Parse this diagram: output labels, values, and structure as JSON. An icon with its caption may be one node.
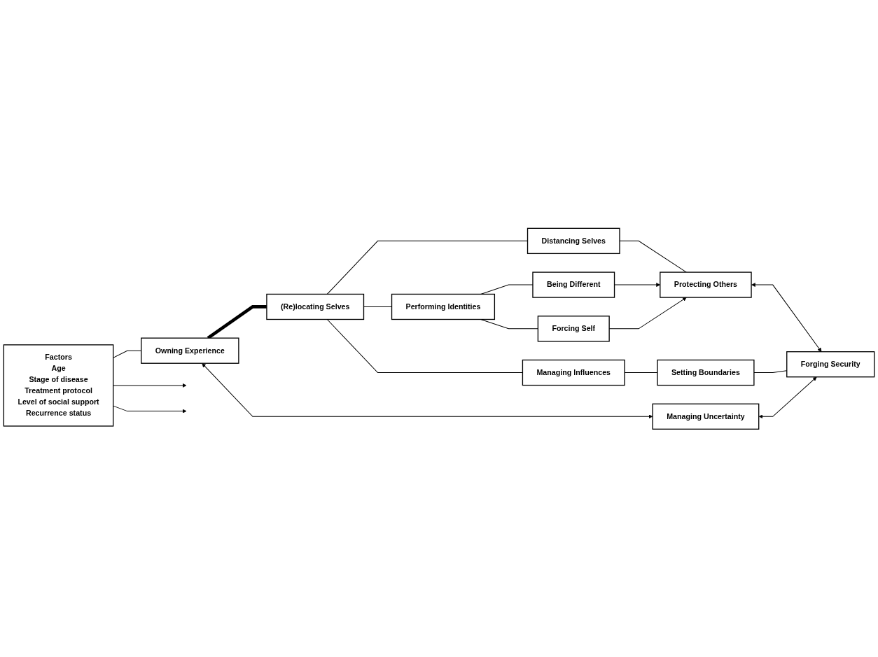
{
  "diagram": {
    "nodes": [
      {
        "text": [
          "Factors",
          "Age",
          "Stage of disease",
          "Treatment protocol",
          "Level of social support",
          "Recurrence status"
        ]
      },
      {
        "text": [
          "Owning Experience"
        ]
      },
      {
        "text": [
          "(Re)locating Selves"
        ]
      },
      {
        "text": [
          "Distancing Selves"
        ]
      },
      {
        "text": [
          "Performing Identities"
        ]
      },
      {
        "text": [
          "Being Different"
        ]
      },
      {
        "text": [
          "Forcing Self"
        ]
      },
      {
        "text": [
          "Protecting Others"
        ]
      },
      {
        "text": [
          "Forging Security"
        ]
      },
      {
        "text": [
          "Managing Influences"
        ]
      },
      {
        "text": [
          "Setting Boundaries"
        ]
      },
      {
        "text": [
          "Managing Uncertainty"
        ]
      }
    ],
    "edges": [
      {
        "from": 0,
        "to": 1,
        "arrow": "none"
      },
      {
        "from": 1,
        "to": 2,
        "arrow": "none",
        "style": "thick"
      },
      {
        "from": 0,
        "to": null,
        "arrow": "to"
      },
      {
        "from": 0,
        "to": null,
        "arrow": "to"
      },
      {
        "from": 2,
        "to": 9,
        "arrow": "none"
      },
      {
        "from": 2,
        "to": 3,
        "arrow": "none"
      },
      {
        "from": 2,
        "to": 4,
        "arrow": "none"
      },
      {
        "from": 3,
        "to": 7,
        "arrow": "none"
      },
      {
        "from": 4,
        "to": 5,
        "arrow": "none"
      },
      {
        "from": 4,
        "to": 6,
        "arrow": "none"
      },
      {
        "from": 5,
        "to": 7,
        "arrow": "to"
      },
      {
        "from": 6,
        "to": 7,
        "arrow": "to"
      },
      {
        "from": 7,
        "to": 8,
        "arrow": "both"
      },
      {
        "from": 9,
        "to": 10,
        "arrow": "none"
      },
      {
        "from": 10,
        "to": 8,
        "arrow": "none"
      },
      {
        "from": 1,
        "to": 11,
        "arrow": "both"
      },
      {
        "from": 11,
        "to": 8,
        "arrow": "both"
      }
    ]
  }
}
